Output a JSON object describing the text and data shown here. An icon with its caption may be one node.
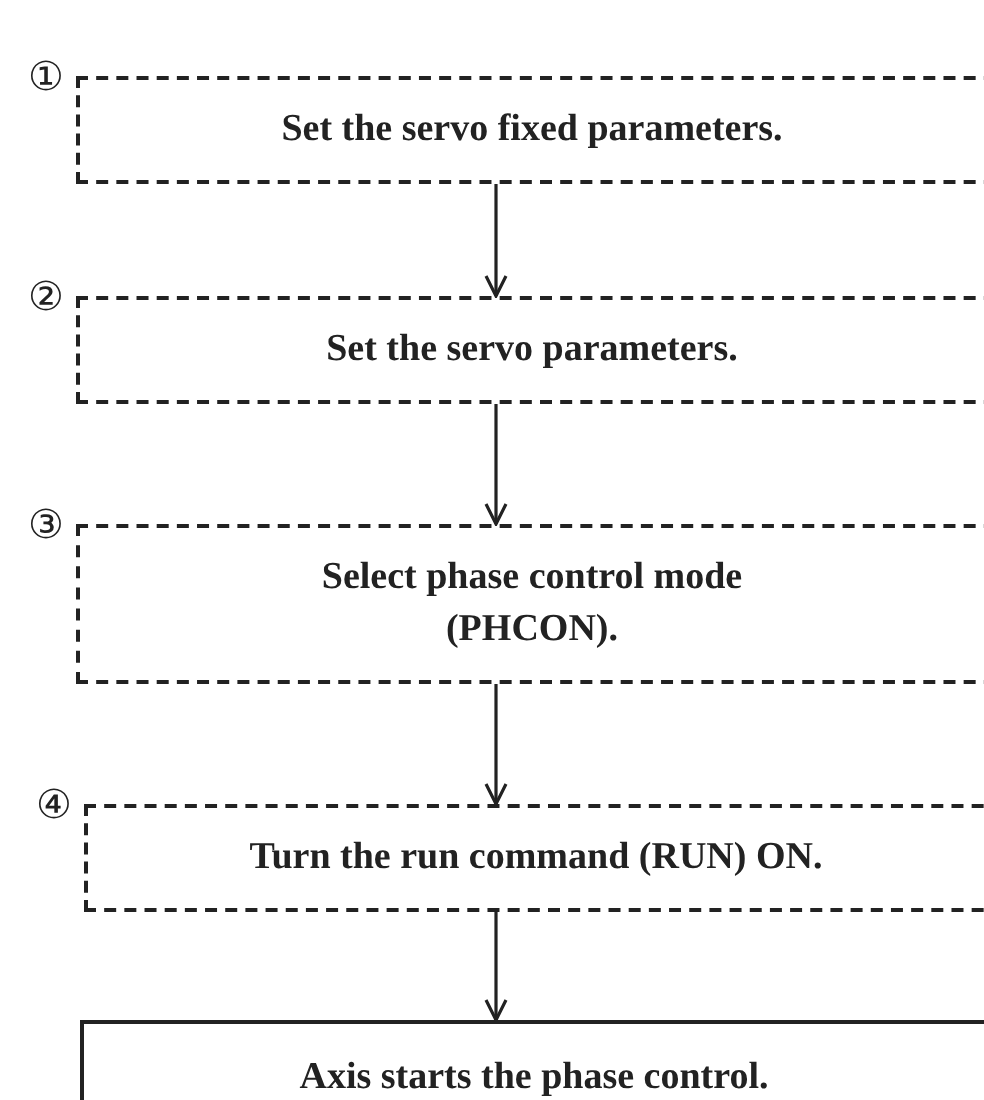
{
  "diagram": {
    "nodes": [
      {
        "text": [
          "Set the servo fixed parameters."
        ],
        "beside": [
          "①"
        ]
      },
      {
        "text": [
          "Set the servo parameters."
        ],
        "beside": [
          "②"
        ]
      },
      {
        "text": [
          "Select phase control mode (PHCON)."
        ],
        "beside": [
          "③"
        ]
      },
      {
        "text": [
          "Turn the run command (RUN) ON."
        ],
        "beside": [
          "④"
        ]
      },
      {
        "text": [
          "Axis starts the phase control."
        ]
      }
    ],
    "edges": [
      {
        "from": 0,
        "to": 1,
        "arrow": "to"
      },
      {
        "from": 1,
        "to": 2,
        "arrow": "to"
      },
      {
        "from": 2,
        "to": 3,
        "arrow": "to"
      },
      {
        "from": 3,
        "to": 4,
        "arrow": "to"
      }
    ]
  }
}
